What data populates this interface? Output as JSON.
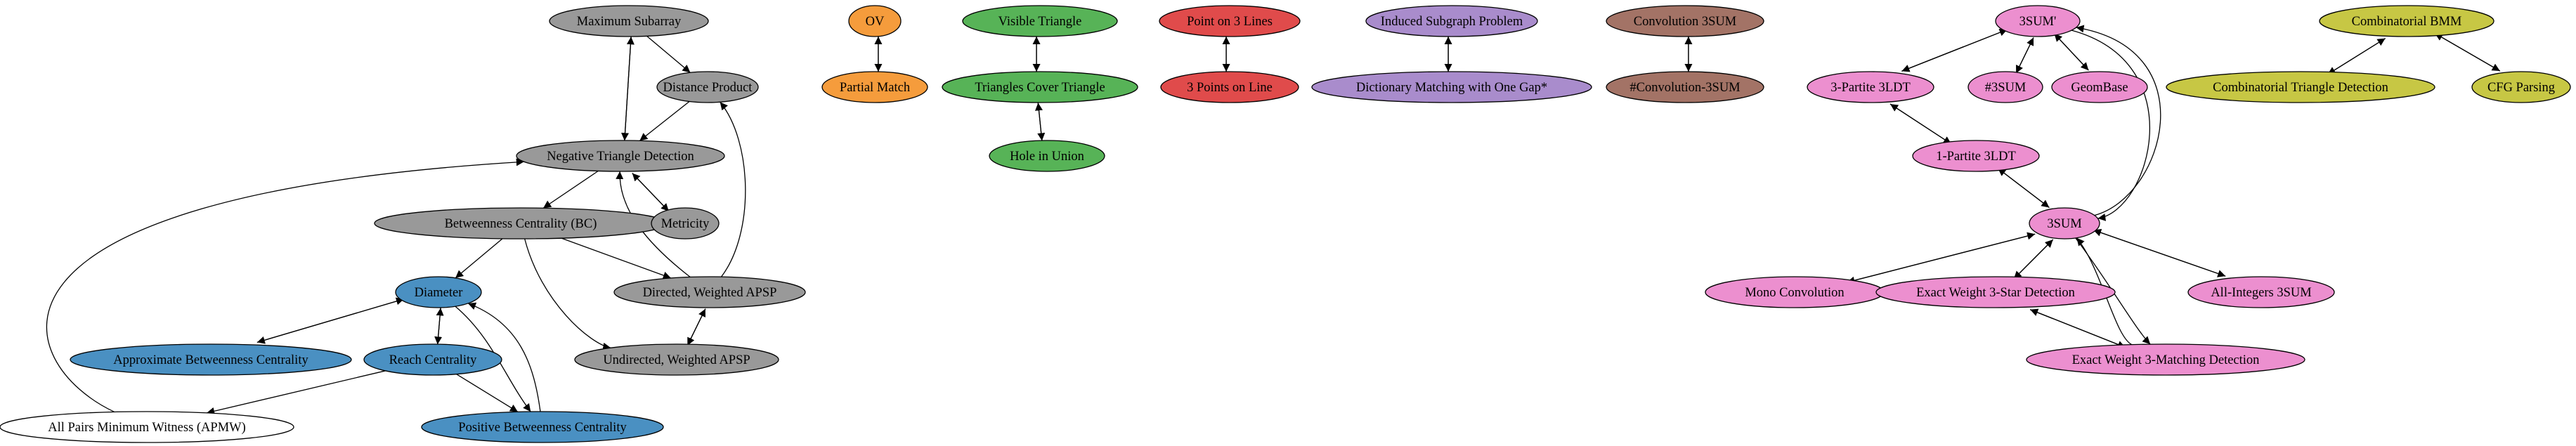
{
  "nodes": [
    {
      "id": "maxsub",
      "label": "Maximum Subarray",
      "color": "#999999"
    },
    {
      "id": "distprod",
      "label": "Distance Product",
      "color": "#999999"
    },
    {
      "id": "ntd",
      "label": "Negative Triangle Detection",
      "color": "#999999"
    },
    {
      "id": "bc",
      "label": "Betweenness Centrality (BC)",
      "color": "#999999"
    },
    {
      "id": "metricity",
      "label": "Metricity",
      "color": "#999999"
    },
    {
      "id": "dwapsp",
      "label": "Directed, Weighted APSP",
      "color": "#999999"
    },
    {
      "id": "uwapsp",
      "label": "Undirected, Weighted APSP",
      "color": "#999999"
    },
    {
      "id": "diameter",
      "label": "Diameter",
      "color": "#4a90c2"
    },
    {
      "id": "abc",
      "label": "Approximate Betweenness Centrality",
      "color": "#4a90c2"
    },
    {
      "id": "reach",
      "label": "Reach Centrality",
      "color": "#4a90c2"
    },
    {
      "id": "pbc",
      "label": "Positive Betweenness Centrality",
      "color": "#4a90c2"
    },
    {
      "id": "apmw",
      "label": "All Pairs Minimum Witness (APMW)",
      "color": "#ffffff"
    },
    {
      "id": "ov",
      "label": "OV",
      "color": "#f59c3c"
    },
    {
      "id": "pm",
      "label": "Partial Match",
      "color": "#f59c3c"
    },
    {
      "id": "vt",
      "label": "Visible Triangle",
      "color": "#57b357"
    },
    {
      "id": "tct",
      "label": "Triangles Cover Triangle",
      "color": "#57b357"
    },
    {
      "id": "hiu",
      "label": "Hole in Union",
      "color": "#57b357"
    },
    {
      "id": "p3l",
      "label": "Point on 3 Lines",
      "color": "#e04b4b"
    },
    {
      "id": "3pl",
      "label": "3 Points on Line",
      "color": "#e04b4b"
    },
    {
      "id": "isp",
      "label": "Induced Subgraph Problem",
      "color": "#a98ccc"
    },
    {
      "id": "dmog",
      "label": "Dictionary Matching with One Gap*",
      "color": "#a98ccc"
    },
    {
      "id": "c3s",
      "label": "Convolution 3SUM",
      "color": "#a37366"
    },
    {
      "id": "hc3s",
      "label": "#Convolution-3SUM",
      "color": "#a37366"
    },
    {
      "id": "3sump",
      "label": "3SUM'",
      "color": "#ec8fcf"
    },
    {
      "id": "3p3ldt",
      "label": "3-Partite 3LDT",
      "color": "#ec8fcf"
    },
    {
      "id": "h3sum",
      "label": "#3SUM",
      "color": "#ec8fcf"
    },
    {
      "id": "geombase",
      "label": "GeomBase",
      "color": "#ec8fcf"
    },
    {
      "id": "1p3ldt",
      "label": "1-Partite 3LDT",
      "color": "#ec8fcf"
    },
    {
      "id": "3sum",
      "label": "3SUM",
      "color": "#ec8fcf"
    },
    {
      "id": "monoconv",
      "label": "Mono Convolution",
      "color": "#ec8fcf"
    },
    {
      "id": "ew3sd",
      "label": "Exact Weight 3-Star Detection",
      "color": "#ec8fcf"
    },
    {
      "id": "ai3sum",
      "label": "All-Integers 3SUM",
      "color": "#ec8fcf"
    },
    {
      "id": "ew3md",
      "label": "Exact Weight 3-Matching Detection",
      "color": "#ec8fcf"
    },
    {
      "id": "cbmm",
      "label": "Combinatorial BMM",
      "color": "#c7c744"
    },
    {
      "id": "ctd",
      "label": "Combinatorial Triangle Detection",
      "color": "#c7c744"
    },
    {
      "id": "cfg",
      "label": "CFG Parsing",
      "color": "#c7c744"
    }
  ],
  "edges": [
    [
      "maxsub",
      "distprod"
    ],
    [
      "maxsub",
      "ntd"
    ],
    [
      "ntd",
      "maxsub"
    ],
    [
      "distprod",
      "ntd"
    ],
    [
      "ntd",
      "bc"
    ],
    [
      "ntd",
      "metricity"
    ],
    [
      "metricity",
      "ntd"
    ],
    [
      "bc",
      "diameter"
    ],
    [
      "bc",
      "dwapsp"
    ],
    [
      "bc",
      "uwapsp"
    ],
    [
      "dwapsp",
      "ntd"
    ],
    [
      "dwapsp",
      "distprod"
    ],
    [
      "dwapsp",
      "uwapsp"
    ],
    [
      "uwapsp",
      "dwapsp"
    ],
    [
      "diameter",
      "abc"
    ],
    [
      "abc",
      "diameter"
    ],
    [
      "diameter",
      "reach"
    ],
    [
      "reach",
      "diameter"
    ],
    [
      "diameter",
      "pbc"
    ],
    [
      "pbc",
      "diameter"
    ],
    [
      "reach",
      "pbc"
    ],
    [
      "reach",
      "apmw"
    ],
    [
      "apmw",
      "ntd"
    ],
    [
      "ov",
      "pm"
    ],
    [
      "pm",
      "ov"
    ],
    [
      "vt",
      "tct"
    ],
    [
      "tct",
      "vt"
    ],
    [
      "tct",
      "hiu"
    ],
    [
      "hiu",
      "tct"
    ],
    [
      "p3l",
      "3pl"
    ],
    [
      "3pl",
      "p3l"
    ],
    [
      "isp",
      "dmog"
    ],
    [
      "dmog",
      "isp"
    ],
    [
      "c3s",
      "hc3s"
    ],
    [
      "hc3s",
      "c3s"
    ],
    [
      "3sump",
      "3p3ldt"
    ],
    [
      "3p3ldt",
      "3sump"
    ],
    [
      "3sump",
      "h3sum"
    ],
    [
      "h3sum",
      "3sump"
    ],
    [
      "3sump",
      "geombase"
    ],
    [
      "geombase",
      "3sump"
    ],
    [
      "3sump",
      "3sum"
    ],
    [
      "3sum",
      "3sump"
    ],
    [
      "3p3ldt",
      "1p3ldt"
    ],
    [
      "1p3ldt",
      "3p3ldt"
    ],
    [
      "1p3ldt",
      "3sum"
    ],
    [
      "3sum",
      "1p3ldt"
    ],
    [
      "3sum",
      "monoconv"
    ],
    [
      "monoconv",
      "3sum"
    ],
    [
      "3sum",
      "ew3sd"
    ],
    [
      "ew3sd",
      "3sum"
    ],
    [
      "3sum",
      "ai3sum"
    ],
    [
      "ai3sum",
      "3sum"
    ],
    [
      "3sum",
      "ew3md"
    ],
    [
      "ew3md",
      "3sum"
    ],
    [
      "ew3sd",
      "ew3md"
    ],
    [
      "ew3md",
      "ew3sd"
    ],
    [
      "cbmm",
      "ctd"
    ],
    [
      "ctd",
      "cbmm"
    ],
    [
      "cbmm",
      "cfg"
    ],
    [
      "cfg",
      "cbmm"
    ]
  ]
}
